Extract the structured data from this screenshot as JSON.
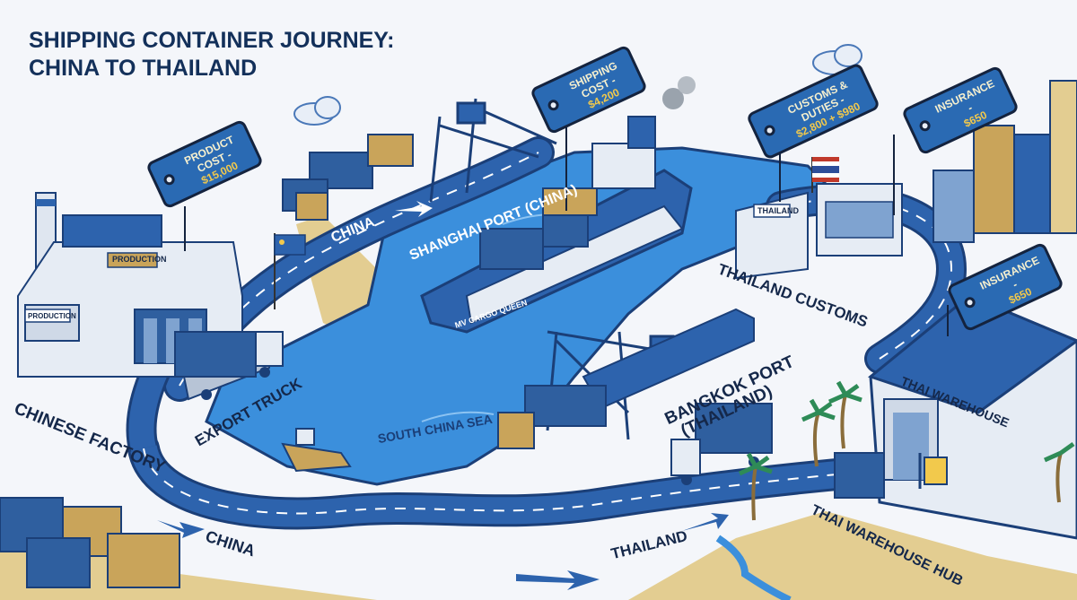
{
  "title": {
    "line1": "SHIPPING CONTAINER JOURNEY:",
    "line2": "CHINA TO THAILAND"
  },
  "price_tags": [
    {
      "label": "PRODUCT COST -",
      "amount": "$15,000"
    },
    {
      "label": "SHIPPING COST -",
      "amount": "$4,200"
    },
    {
      "label": "CUSTOMS & DUTIES -",
      "amount": "$2,800 + $980"
    },
    {
      "label": "INSURANCE -",
      "amount": "$650"
    },
    {
      "label": "INSURANCE -",
      "amount": "$650"
    }
  ],
  "place_labels": {
    "chinese_factory": "CHINESE FACTORY",
    "export_truck": "EXPORT TRUCK",
    "china_road": "CHINA",
    "china_bottom": "CHINA",
    "shanghai_port": "SHANGHAI PORT (CHINA)",
    "south_china_sea": "SOUTH CHINA SEA",
    "bangkok_port_1": "BANGKOK PORT",
    "bangkok_port_2": "(THAILAND)",
    "thailand_customs": "THAILAND CUSTOMS",
    "thailand_bottom": "THAILAND",
    "thai_warehouse": "THAI WAREHOUSE",
    "thai_warehouse_hub": "THAI WAREHOUSE HUB"
  },
  "signs": {
    "production_roof": "PRODUCTION",
    "production_wall": "PRODUCTION",
    "thailand_booth": "THAILAND",
    "ship_name": "MV CARGO QUEEN"
  },
  "colors": {
    "road": "#2d63ad",
    "road_edge": "#1b3f78",
    "sea": "#3b8fdc",
    "sand": "#e3cd91",
    "ground": "#edf1f7",
    "container_blue": "#2f5f9f",
    "container_tan": "#c9a45a",
    "tag": "#2a6ab3",
    "tag_amount": "#f2c94c"
  },
  "icons": [
    "factory-icon",
    "truck-icon",
    "crane-icon",
    "cargo-ship-icon",
    "train-icon",
    "customs-booth-icon",
    "thai-flag-icon",
    "china-flag-icon",
    "warehouse-icon",
    "palm-tree-icon",
    "cloud-icon",
    "forklift-icon"
  ]
}
